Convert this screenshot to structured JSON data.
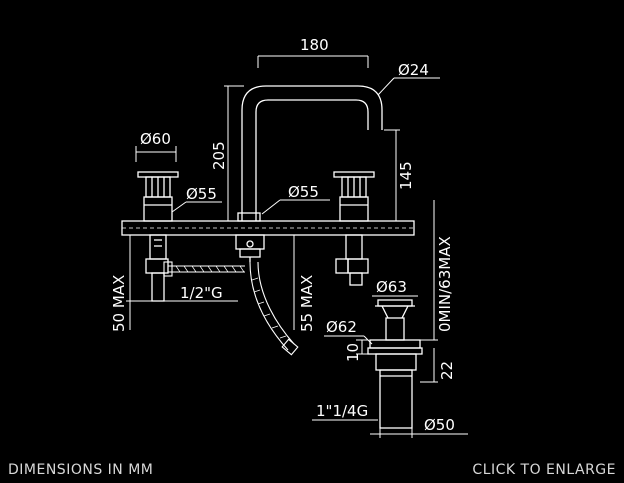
{
  "captions": {
    "units": "DIMENSIONS IN MM",
    "enlarge": "CLICK TO ENLARGE"
  },
  "dimensions": {
    "spout_spread": "180",
    "spout_diameter": "Ø24",
    "handle_diameter": "Ø60",
    "spout_height": "205",
    "spout_reach_height": "145",
    "handle_base_diameter": "Ø55",
    "spout_base_diameter": "Ø55",
    "connection_thread": "1/2\"G",
    "handle_max_depth": "50 MAX",
    "spout_max_depth": "55 MAX",
    "deck_range": "0MIN/63MAX",
    "waste_cap_diameter": "Ø63",
    "waste_flange_diameter": "Ø62",
    "flange_height": "10",
    "flange_total": "22",
    "waste_thread": "1\"1/4G",
    "waste_body_diameter": "Ø50"
  },
  "colors": {
    "background": "#000000",
    "lines": "#ffffff",
    "caption": "#d8d8d8"
  }
}
